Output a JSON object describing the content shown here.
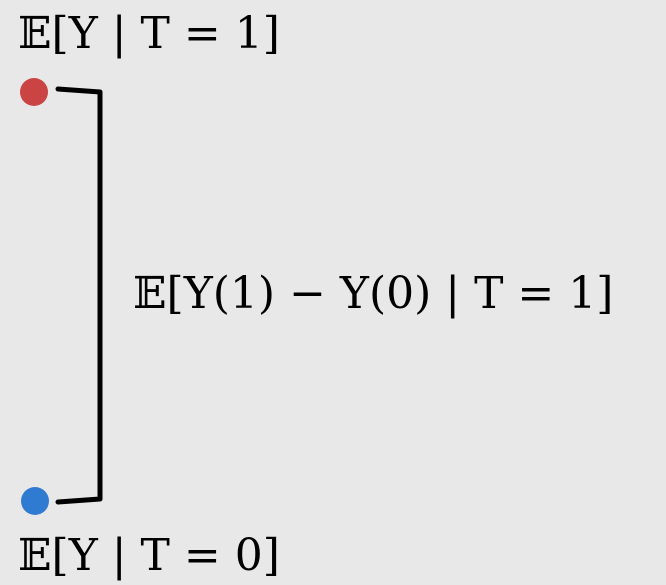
{
  "diagram": {
    "top_label": "𝔼[Y | T = 1]",
    "bottom_label": "𝔼[Y | T = 0]",
    "bracket_label": "𝔼[Y(1) − Y(0) | T = 1]",
    "colors": {
      "background": "#e8e8e8",
      "treated_dot": "#c94442",
      "control_dot": "#2f7bd2",
      "bracket": "#000000"
    }
  }
}
